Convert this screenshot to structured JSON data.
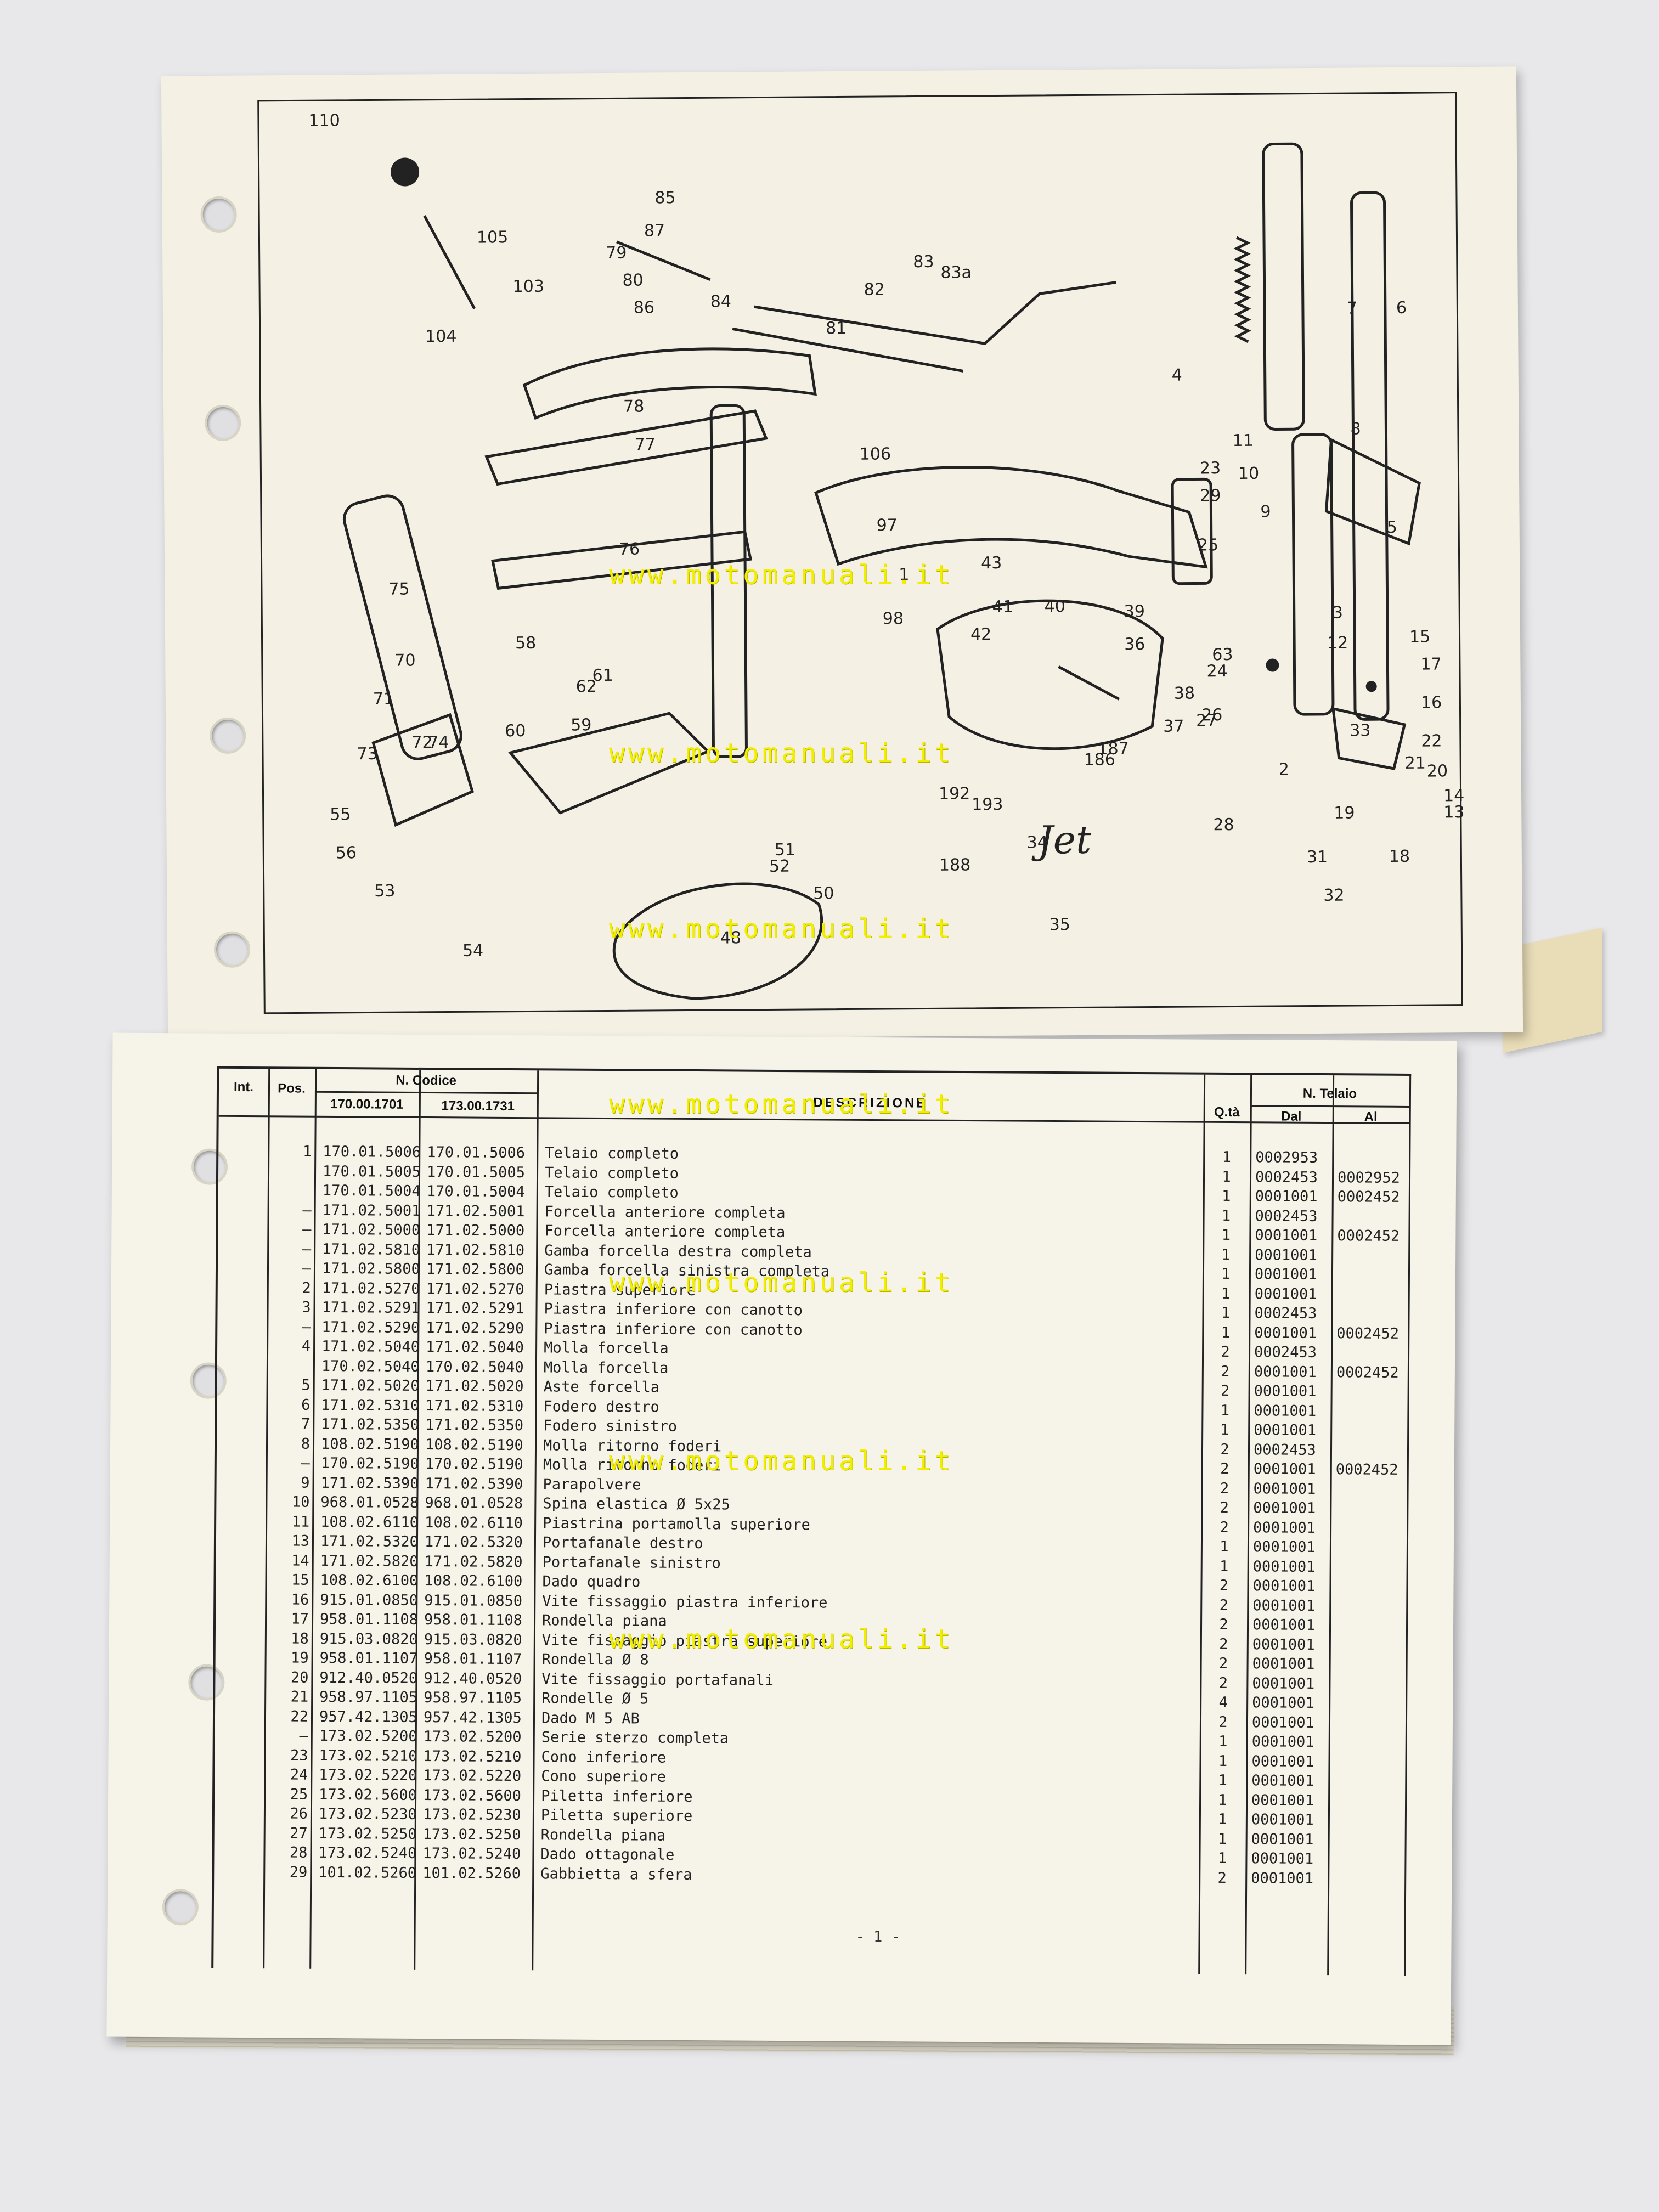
{
  "drawing": {
    "part_labels": [
      "110",
      "105",
      "104",
      "103",
      "79",
      "80",
      "87",
      "85",
      "86",
      "84",
      "83",
      "82",
      "83a",
      "81",
      "78",
      "77",
      "76",
      "75",
      "70",
      "73",
      "74",
      "72",
      "71",
      "55",
      "56",
      "53",
      "54",
      "58",
      "59",
      "60",
      "61",
      "62",
      "48",
      "52",
      "51",
      "50",
      "192",
      "193",
      "188",
      "34",
      "186",
      "187",
      "35",
      "36",
      "39",
      "40",
      "41",
      "42",
      "43",
      "98",
      "97",
      "106",
      "1",
      "2",
      "3",
      "4",
      "5",
      "6",
      "7",
      "8",
      "9",
      "10",
      "11",
      "12",
      "13",
      "14",
      "15",
      "16",
      "17",
      "18",
      "19",
      "20",
      "21",
      "22",
      "23",
      "24",
      "25",
      "26",
      "27",
      "28",
      "29",
      "31",
      "32",
      "33",
      "37",
      "38",
      "63"
    ],
    "signature": "Jet"
  },
  "watermark": "www.motomanuali.it",
  "parts_table": {
    "headers": {
      "int": "Int.",
      "pos": "Pos.",
      "codice": "N. Codice",
      "code_a": "170.00.1701",
      "code_b": "173.00.1731",
      "descrizione": "DESCRIZIONE",
      "qta": "Q.tà",
      "telaio": "N. Telaio",
      "dal": "Dal",
      "al": "Al"
    },
    "rows": [
      {
        "pos": "1",
        "code_a": "170.01.5006",
        "code_b": "170.01.5006",
        "desc": "Telaio completo",
        "qty": "1",
        "dal": "0002953",
        "al": ""
      },
      {
        "pos": "",
        "code_a": "170.01.5005",
        "code_b": "170.01.5005",
        "desc": "Telaio completo",
        "qty": "1",
        "dal": "0002453",
        "al": "0002952"
      },
      {
        "pos": "",
        "code_a": "170.01.5004",
        "code_b": "170.01.5004",
        "desc": "Telaio completo",
        "qty": "1",
        "dal": "0001001",
        "al": "0002452"
      },
      {
        "pos": "–",
        "code_a": "171.02.5001",
        "code_b": "171.02.5001",
        "desc": "Forcella anteriore completa",
        "qty": "1",
        "dal": "0002453",
        "al": ""
      },
      {
        "pos": "–",
        "code_a": "171.02.5000",
        "code_b": "171.02.5000",
        "desc": "Forcella anteriore completa",
        "qty": "1",
        "dal": "0001001",
        "al": "0002452"
      },
      {
        "pos": "–",
        "code_a": "171.02.5810",
        "code_b": "171.02.5810",
        "desc": "Gamba forcella destra completa",
        "qty": "1",
        "dal": "0001001",
        "al": ""
      },
      {
        "pos": "–",
        "code_a": "171.02.5800",
        "code_b": "171.02.5800",
        "desc": "Gamba forcella sinistra completa",
        "qty": "1",
        "dal": "0001001",
        "al": ""
      },
      {
        "pos": "2",
        "code_a": "171.02.5270",
        "code_b": "171.02.5270",
        "desc": "Piastra superiore",
        "qty": "1",
        "dal": "0001001",
        "al": ""
      },
      {
        "pos": "3",
        "code_a": "171.02.5291",
        "code_b": "171.02.5291",
        "desc": "Piastra inferiore con canotto",
        "qty": "1",
        "dal": "0002453",
        "al": ""
      },
      {
        "pos": "–",
        "code_a": "171.02.5290",
        "code_b": "171.02.5290",
        "desc": "Piastra inferiore con canotto",
        "qty": "1",
        "dal": "0001001",
        "al": "0002452"
      },
      {
        "pos": "4",
        "code_a": "171.02.5040",
        "code_b": "171.02.5040",
        "desc": "Molla forcella",
        "qty": "2",
        "dal": "0002453",
        "al": ""
      },
      {
        "pos": "",
        "code_a": "170.02.5040",
        "code_b": "170.02.5040",
        "desc": "Molla forcella",
        "qty": "2",
        "dal": "0001001",
        "al": "0002452"
      },
      {
        "pos": "5",
        "code_a": "171.02.5020",
        "code_b": "171.02.5020",
        "desc": "Aste forcella",
        "qty": "2",
        "dal": "0001001",
        "al": ""
      },
      {
        "pos": "6",
        "code_a": "171.02.5310",
        "code_b": "171.02.5310",
        "desc": "Fodero destro",
        "qty": "1",
        "dal": "0001001",
        "al": ""
      },
      {
        "pos": "7",
        "code_a": "171.02.5350",
        "code_b": "171.02.5350",
        "desc": "Fodero sinistro",
        "qty": "1",
        "dal": "0001001",
        "al": ""
      },
      {
        "pos": "8",
        "code_a": "108.02.5190",
        "code_b": "108.02.5190",
        "desc": "Molla ritorno foderi",
        "qty": "2",
        "dal": "0002453",
        "al": ""
      },
      {
        "pos": "–",
        "code_a": "170.02.5190",
        "code_b": "170.02.5190",
        "desc": "Molla ritorno foderi",
        "qty": "2",
        "dal": "0001001",
        "al": "0002452"
      },
      {
        "pos": "9",
        "code_a": "171.02.5390",
        "code_b": "171.02.5390",
        "desc": "Parapolvere",
        "qty": "2",
        "dal": "0001001",
        "al": ""
      },
      {
        "pos": "10",
        "code_a": "968.01.0528",
        "code_b": "968.01.0528",
        "desc": "Spina elastica Ø 5x25",
        "qty": "2",
        "dal": "0001001",
        "al": ""
      },
      {
        "pos": "11",
        "code_a": "108.02.6110",
        "code_b": "108.02.6110",
        "desc": "Piastrina portamolla superiore",
        "qty": "2",
        "dal": "0001001",
        "al": ""
      },
      {
        "pos": "13",
        "code_a": "171.02.5320",
        "code_b": "171.02.5320",
        "desc": "Portafanale destro",
        "qty": "1",
        "dal": "0001001",
        "al": ""
      },
      {
        "pos": "14",
        "code_a": "171.02.5820",
        "code_b": "171.02.5820",
        "desc": "Portafanale sinistro",
        "qty": "1",
        "dal": "0001001",
        "al": ""
      },
      {
        "pos": "15",
        "code_a": "108.02.6100",
        "code_b": "108.02.6100",
        "desc": "Dado quadro",
        "qty": "2",
        "dal": "0001001",
        "al": ""
      },
      {
        "pos": "16",
        "code_a": "915.01.0850",
        "code_b": "915.01.0850",
        "desc": "Vite fissaggio piastra inferiore",
        "qty": "2",
        "dal": "0001001",
        "al": ""
      },
      {
        "pos": "17",
        "code_a": "958.01.1108",
        "code_b": "958.01.1108",
        "desc": "Rondella piana",
        "qty": "2",
        "dal": "0001001",
        "al": ""
      },
      {
        "pos": "18",
        "code_a": "915.03.0820",
        "code_b": "915.03.0820",
        "desc": "Vite fissaggio piastra superiore",
        "qty": "2",
        "dal": "0001001",
        "al": ""
      },
      {
        "pos": "19",
        "code_a": "958.01.1107",
        "code_b": "958.01.1107",
        "desc": "Rondella Ø 8",
        "qty": "2",
        "dal": "0001001",
        "al": ""
      },
      {
        "pos": "20",
        "code_a": "912.40.0520",
        "code_b": "912.40.0520",
        "desc": "Vite fissaggio portafanali",
        "qty": "2",
        "dal": "0001001",
        "al": ""
      },
      {
        "pos": "21",
        "code_a": "958.97.1105",
        "code_b": "958.97.1105",
        "desc": "Rondelle Ø 5",
        "qty": "4",
        "dal": "0001001",
        "al": ""
      },
      {
        "pos": "22",
        "code_a": "957.42.1305",
        "code_b": "957.42.1305",
        "desc": "Dado M 5 AB",
        "qty": "2",
        "dal": "0001001",
        "al": ""
      },
      {
        "pos": "–",
        "code_a": "173.02.5200",
        "code_b": "173.02.5200",
        "desc": "Serie sterzo completa",
        "qty": "1",
        "dal": "0001001",
        "al": ""
      },
      {
        "pos": "23",
        "code_a": "173.02.5210",
        "code_b": "173.02.5210",
        "desc": "Cono inferiore",
        "qty": "1",
        "dal": "0001001",
        "al": ""
      },
      {
        "pos": "24",
        "code_a": "173.02.5220",
        "code_b": "173.02.5220",
        "desc": "Cono superiore",
        "qty": "1",
        "dal": "0001001",
        "al": ""
      },
      {
        "pos": "25",
        "code_a": "173.02.5600",
        "code_b": "173.02.5600",
        "desc": "Piletta inferiore",
        "qty": "1",
        "dal": "0001001",
        "al": ""
      },
      {
        "pos": "26",
        "code_a": "173.02.5230",
        "code_b": "173.02.5230",
        "desc": "Piletta superiore",
        "qty": "1",
        "dal": "0001001",
        "al": ""
      },
      {
        "pos": "27",
        "code_a": "173.02.5250",
        "code_b": "173.02.5250",
        "desc": "Rondella piana",
        "qty": "1",
        "dal": "0001001",
        "al": ""
      },
      {
        "pos": "28",
        "code_a": "173.02.5240",
        "code_b": "173.02.5240",
        "desc": "Dado ottagonale",
        "qty": "1",
        "dal": "0001001",
        "al": ""
      },
      {
        "pos": "29",
        "code_a": "101.02.5260",
        "code_b": "101.02.5260",
        "desc": "Gabbietta a sfera",
        "qty": "2",
        "dal": "0001001",
        "al": ""
      }
    ],
    "page_number": "- 1 -"
  }
}
